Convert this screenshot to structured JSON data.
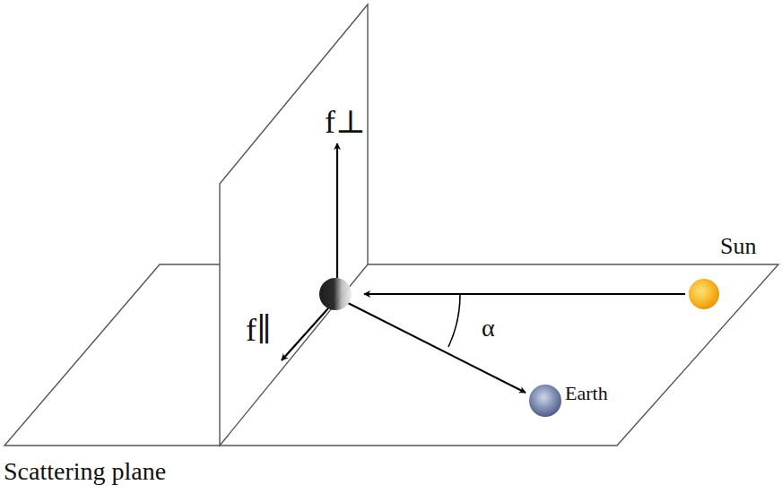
{
  "diagram": {
    "labels": [
      "f⊥",
      "f∥",
      "α",
      "Sun",
      "Earth",
      "Scattering plane"
    ]
  }
}
